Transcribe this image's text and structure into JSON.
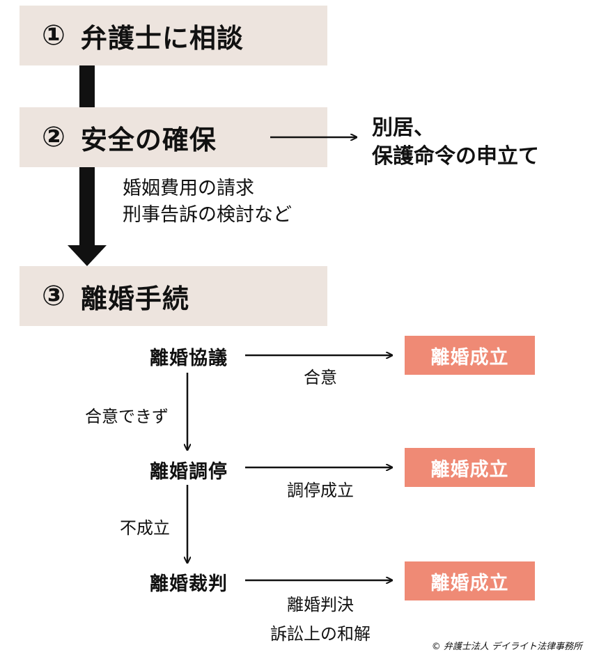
{
  "steps": [
    {
      "num": "①",
      "title": "弁護士に相談"
    },
    {
      "num": "②",
      "title": "安全の確保"
    },
    {
      "num": "③",
      "title": "離婚手続"
    }
  ],
  "safety_outcome": {
    "line1": "別居、",
    "line2": "保護命令の申立て"
  },
  "safety_note": {
    "line1": "婚姻費用の請求",
    "line2": "刑事告訴の検討など"
  },
  "procedures": [
    {
      "name": "離婚協議",
      "success_label": "合意",
      "result": "離婚成立"
    },
    {
      "name": "離婚調停",
      "success_label": "調停成立",
      "result": "離婚成立"
    },
    {
      "name": "離婚裁判",
      "success_label_1": "離婚判決",
      "success_label_2": "訴訟上の和解",
      "result": "離婚成立"
    }
  ],
  "transitions": [
    "合意できず",
    "不成立"
  ],
  "copyright": "© 弁護士法人 デイライト法律事務所"
}
